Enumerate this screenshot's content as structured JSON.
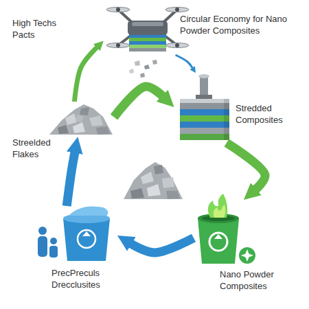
{
  "diagram": {
    "title": "Circular Economy for Nano Powder Composites",
    "nodes": [
      {
        "text": [
          "High Techs Pacts"
        ]
      },
      {
        "text": [
          "Stredded Composites"
        ]
      },
      {
        "text": [
          "Streelded Flakes"
        ]
      },
      {
        "text": [
          "PrecPreculs Drecclusites"
        ]
      },
      {
        "text": [
          "Nano Powder Composites"
        ]
      }
    ],
    "edges": [
      {
        "from": 2,
        "to": 0,
        "arrow": "to"
      },
      {
        "from": 0,
        "to": 1,
        "arrow": "to"
      },
      {
        "from": 2,
        "to": 1,
        "arrow": "to"
      },
      {
        "from": 1,
        "to": 4,
        "arrow": "to"
      },
      {
        "from": 4,
        "to": 3,
        "arrow": "to"
      },
      {
        "from": 3,
        "to": 2,
        "arrow": "to"
      }
    ]
  }
}
